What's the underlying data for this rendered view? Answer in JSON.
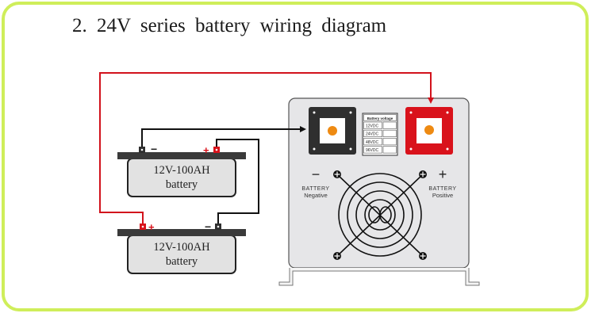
{
  "title": "2.  24V series battery wiring diagram",
  "colors": {
    "frame": "#cfee5a",
    "positive_wire": "#d2121c",
    "negative_wire": "#111111",
    "inverter_body": "#e6e6e8",
    "negative_terminal": "#2f2f2f",
    "positive_terminal": "#d9121b",
    "terminal_dot": "#ee8a12"
  },
  "batteries": [
    {
      "id": "battery-top",
      "line1": "12V-100AH",
      "line2": "battery",
      "neg_sign": "−",
      "pos_sign": "+"
    },
    {
      "id": "battery-bottom",
      "line1": "12V-100AH",
      "line2": "battery",
      "neg_sign": "−",
      "pos_sign": "+"
    }
  ],
  "inverter": {
    "voltage_table": {
      "header": "Battery voltage",
      "rows": [
        "12VDC",
        "24VDC",
        "48VDC",
        "96VDC"
      ]
    },
    "negative_label": {
      "sign": "−",
      "line1": "BATTERY",
      "line2": "Negative"
    },
    "positive_label": {
      "sign": "+",
      "line1": "BATTERY",
      "line2": "Positive"
    }
  }
}
